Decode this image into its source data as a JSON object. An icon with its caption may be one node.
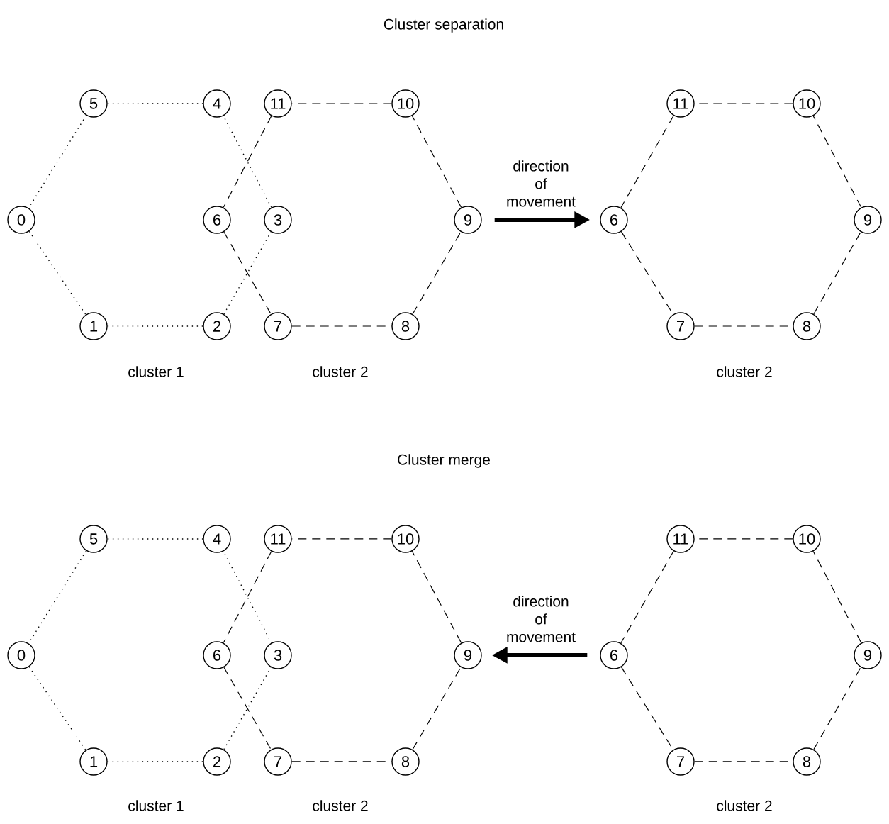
{
  "diagram": {
    "nodes": [
      {
        "text": [
          "0"
        ]
      },
      {
        "text": [
          "1"
        ]
      },
      {
        "text": [
          "2"
        ]
      },
      {
        "text": [
          "3"
        ]
      },
      {
        "text": [
          "4"
        ]
      },
      {
        "text": [
          "5"
        ]
      },
      {
        "text": [
          "6"
        ]
      },
      {
        "text": [
          "7"
        ]
      },
      {
        "text": [
          "8"
        ]
      },
      {
        "text": [
          "9"
        ]
      },
      {
        "text": [
          "10"
        ]
      },
      {
        "text": [
          "11"
        ]
      },
      {
        "text": [
          "6"
        ]
      },
      {
        "text": [
          "7"
        ]
      },
      {
        "text": [
          "8"
        ]
      },
      {
        "text": [
          "9"
        ]
      },
      {
        "text": [
          "10"
        ]
      },
      {
        "text": [
          "11"
        ]
      },
      {
        "text": [
          "0"
        ]
      },
      {
        "text": [
          "1"
        ]
      },
      {
        "text": [
          "2"
        ]
      },
      {
        "text": [
          "3"
        ]
      },
      {
        "text": [
          "4"
        ]
      },
      {
        "text": [
          "5"
        ]
      },
      {
        "text": [
          "6"
        ]
      },
      {
        "text": [
          "7"
        ]
      },
      {
        "text": [
          "8"
        ]
      },
      {
        "text": [
          "9"
        ]
      },
      {
        "text": [
          "10"
        ]
      },
      {
        "text": [
          "11"
        ]
      },
      {
        "text": [
          "6"
        ]
      },
      {
        "text": [
          "7"
        ]
      },
      {
        "text": [
          "8"
        ]
      },
      {
        "text": [
          "9"
        ]
      },
      {
        "text": [
          "10"
        ]
      },
      {
        "text": [
          "11"
        ]
      }
    ],
    "edges": [
      {
        "from": 0,
        "to": 1,
        "arrow": "none",
        "style": "dashed"
      },
      {
        "from": 1,
        "to": 2,
        "arrow": "none",
        "style": "dashed"
      },
      {
        "from": 2,
        "to": 3,
        "arrow": "none",
        "style": "dashed"
      },
      {
        "from": 3,
        "to": 4,
        "arrow": "none",
        "style": "dashed"
      },
      {
        "from": 4,
        "to": 5,
        "arrow": "none",
        "style": "dashed"
      },
      {
        "from": 5,
        "to": 0,
        "arrow": "none",
        "style": "dashed"
      },
      {
        "from": 6,
        "to": 7,
        "arrow": "none",
        "style": "dashed"
      },
      {
        "from": 7,
        "to": 8,
        "arrow": "none",
        "style": "dashed"
      },
      {
        "from": 8,
        "to": 9,
        "arrow": "none",
        "style": "dashed"
      },
      {
        "from": 9,
        "to": 10,
        "arrow": "none",
        "style": "dashed"
      },
      {
        "from": 10,
        "to": 11,
        "arrow": "none",
        "style": "dashed"
      },
      {
        "from": 11,
        "to": 6,
        "arrow": "none",
        "style": "dashed"
      },
      {
        "from": 12,
        "to": 13,
        "arrow": "none",
        "style": "dashed"
      },
      {
        "from": 13,
        "to": 14,
        "arrow": "none",
        "style": "dashed"
      },
      {
        "from": 14,
        "to": 15,
        "arrow": "none",
        "style": "dashed"
      },
      {
        "from": 15,
        "to": 16,
        "arrow": "none",
        "style": "dashed"
      },
      {
        "from": 16,
        "to": 17,
        "arrow": "none",
        "style": "dashed"
      },
      {
        "from": 17,
        "to": 12,
        "arrow": "none",
        "style": "dashed"
      },
      {
        "from": 9,
        "to": 12,
        "arrow": "to",
        "style": "thick",
        "label": "direction of movement"
      },
      {
        "from": 18,
        "to": 19,
        "arrow": "none",
        "style": "dashed"
      },
      {
        "from": 19,
        "to": 20,
        "arrow": "none",
        "style": "dashed"
      },
      {
        "from": 20,
        "to": 21,
        "arrow": "none",
        "style": "dashed"
      },
      {
        "from": 21,
        "to": 22,
        "arrow": "none",
        "style": "dashed"
      },
      {
        "from": 22,
        "to": 23,
        "arrow": "none",
        "style": "dashed"
      },
      {
        "from": 23,
        "to": 18,
        "arrow": "none",
        "style": "dashed"
      },
      {
        "from": 24,
        "to": 25,
        "arrow": "none",
        "style": "dashed"
      },
      {
        "from": 25,
        "to": 26,
        "arrow": "none",
        "style": "dashed"
      },
      {
        "from": 26,
        "to": 27,
        "arrow": "none",
        "style": "dashed"
      },
      {
        "from": 27,
        "to": 28,
        "arrow": "none",
        "style": "dashed"
      },
      {
        "from": 28,
        "to": 29,
        "arrow": "none",
        "style": "dashed"
      },
      {
        "from": 29,
        "to": 24,
        "arrow": "none",
        "style": "dashed"
      },
      {
        "from": 30,
        "to": 31,
        "arrow": "none",
        "style": "dashed"
      },
      {
        "from": 31,
        "to": 32,
        "arrow": "none",
        "style": "dashed"
      },
      {
        "from": 32,
        "to": 33,
        "arrow": "none",
        "style": "dashed"
      },
      {
        "from": 33,
        "to": 34,
        "arrow": "none",
        "style": "dashed"
      },
      {
        "from": 34,
        "to": 35,
        "arrow": "none",
        "style": "dashed"
      },
      {
        "from": 35,
        "to": 30,
        "arrow": "none",
        "style": "dashed"
      },
      {
        "from": 30,
        "to": 27,
        "arrow": "to",
        "style": "thick",
        "label": "direction of movement"
      }
    ],
    "labels": [
      "Cluster separation",
      "cluster 1",
      "cluster 2",
      "cluster 2",
      "Cluster merge",
      "cluster 1",
      "cluster 2",
      "cluster 2"
    ]
  }
}
